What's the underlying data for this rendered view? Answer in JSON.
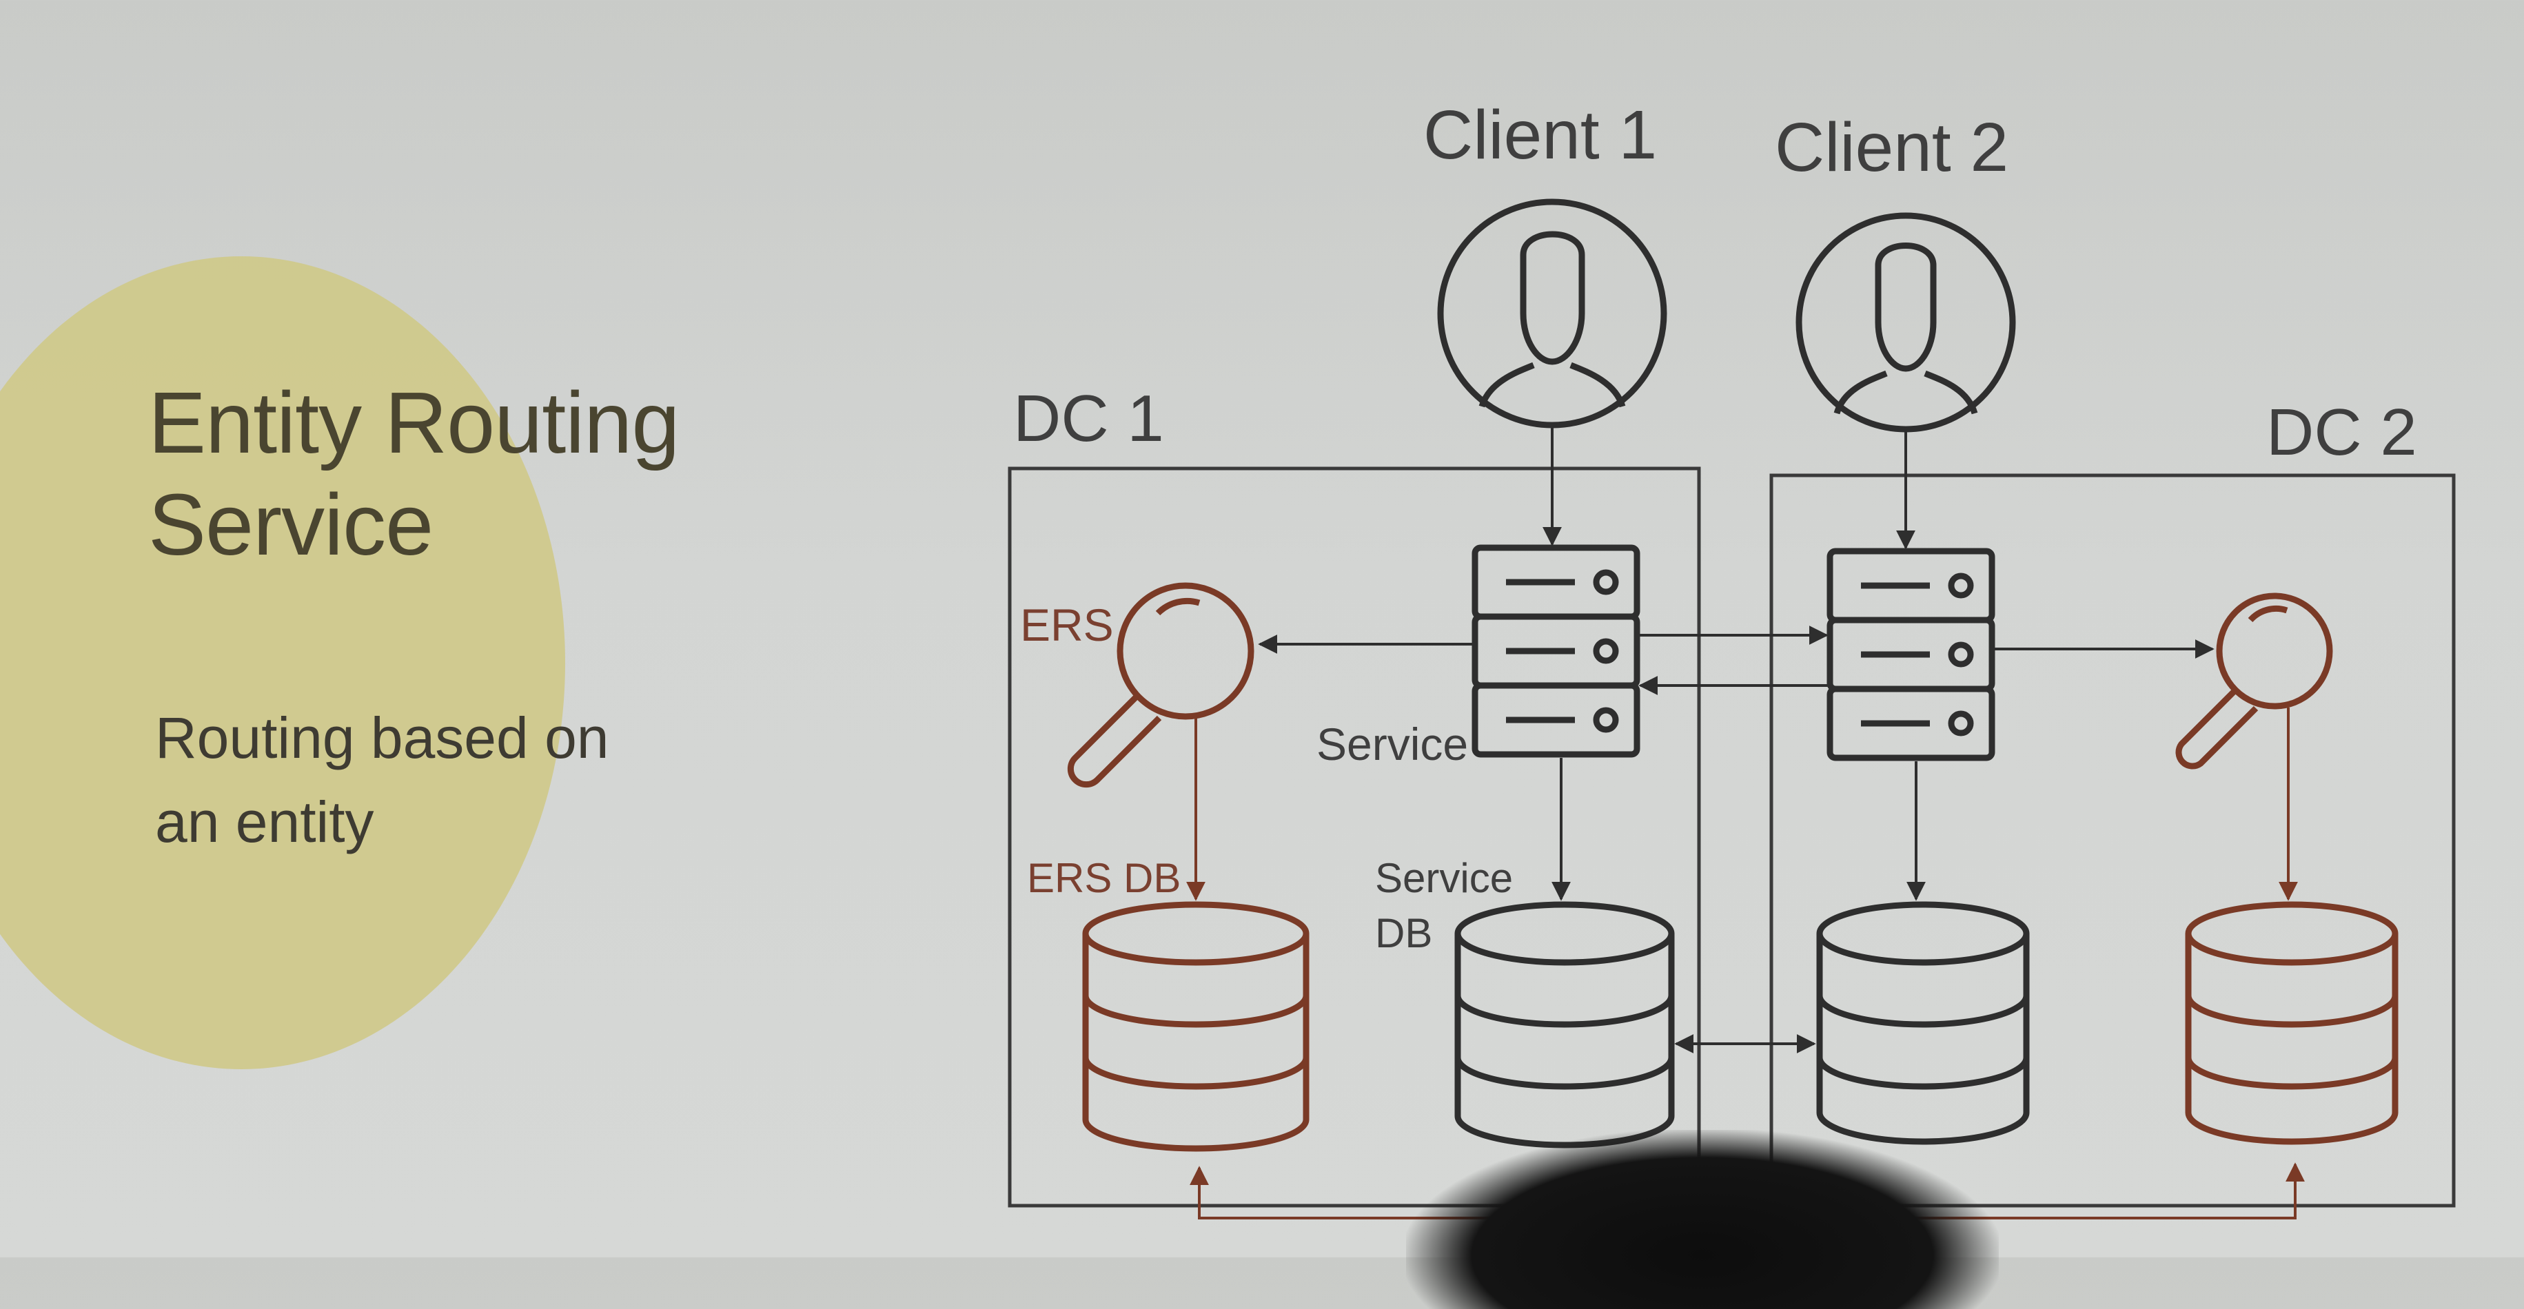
{
  "slide": {
    "title_line1": "Entity Routing",
    "title_line2": "Service",
    "subtitle_line1": "Routing based on",
    "subtitle_line2": "an entity"
  },
  "diagram": {
    "client1_label": "Client 1",
    "client2_label": "Client 2",
    "dc1_label": "DC 1",
    "dc2_label": "DC 2",
    "ers_label": "ERS",
    "service_label": "Service",
    "ers_db_label": "ERS DB",
    "service_db_label_line1": "Service",
    "service_db_label_line2": "DB"
  },
  "colors": {
    "ers": "#7a3a26",
    "service": "#2e2e2e",
    "highlight": "#cfc98a"
  },
  "icons": [
    "user-icon",
    "server-icon",
    "search-icon",
    "database-icon"
  ]
}
